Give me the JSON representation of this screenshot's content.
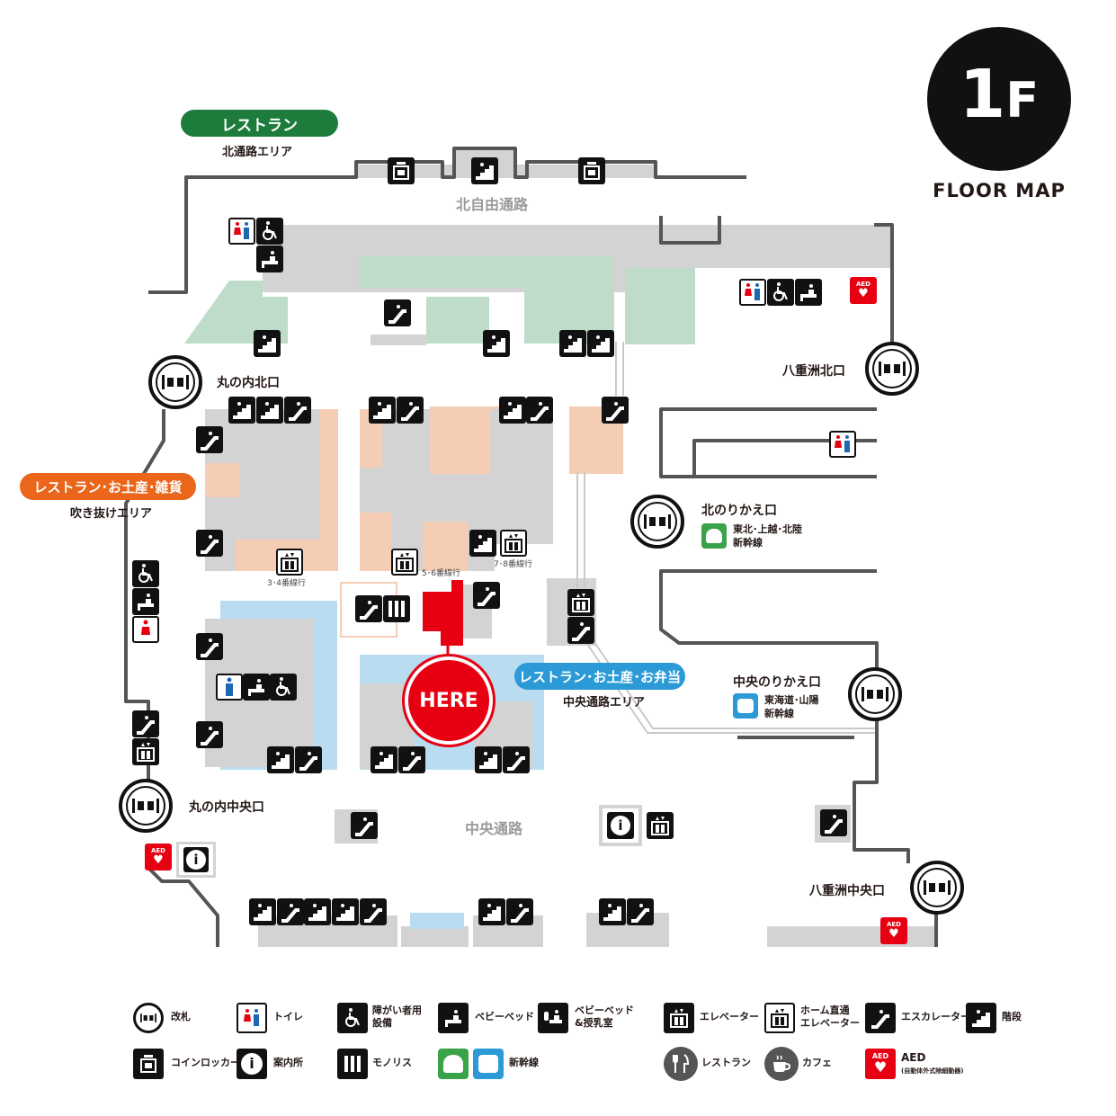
{
  "floor": {
    "number": "1",
    "suffix": "F",
    "caption": "FLOOR MAP"
  },
  "areas": {
    "north_free_passage": "北自由通路",
    "central_passage": "中央通路"
  },
  "banners": {
    "north": {
      "title": "レストラン",
      "subtitle": "北通路エリア",
      "color": "#1d7c3c"
    },
    "west": {
      "title": "レストラン･お土産･雑貨",
      "subtitle": "吹き抜けエリア",
      "color": "#e9661a"
    },
    "central": {
      "title": "レストラン･お土産･お弁当",
      "subtitle": "中央通路エリア",
      "color": "#2b9ad6"
    }
  },
  "gates": {
    "marunouchi_north": "丸の内北口",
    "yaesu_north": "八重洲北口",
    "north_transfer": "北のりかえ口",
    "north_transfer_lines": [
      "東北･上越･北陸",
      "新幹線"
    ],
    "central_transfer": "中央のりかえ口",
    "central_transfer_lines": [
      "東海道･山陽",
      "新幹線"
    ],
    "marunouchi_central": "丸の内中央口",
    "yaesu_central": "八重洲中央口"
  },
  "platforms": {
    "p34": "3･4番線行",
    "p56": "5･6番線行",
    "p78": "7･8番線行"
  },
  "here": "HERE",
  "aed_text": "AED",
  "legend": {
    "gate": "改札",
    "toilet": "トイレ",
    "accessible": [
      "障がい者用",
      "設備"
    ],
    "baby_bed": "ベビーベッド",
    "nursing": [
      "ベビーベッド",
      "&授乳室"
    ],
    "elevator": "エレベーター",
    "platform_elevator": [
      "ホーム直通",
      "エレベーター"
    ],
    "escalator": "エスカレーター",
    "stairs": "階段",
    "coin_locker": "コインロッカー",
    "info": "案内所",
    "monolith": "モノリス",
    "shinkansen": "新幹線",
    "restaurant": "レストラン",
    "cafe": "カフェ",
    "aed": "AED",
    "aed_note": "(自動体外式除細動器)"
  },
  "colors": {
    "corridor": "#d3d3d3",
    "green_zone": "#bfdcca",
    "peach_zone": "#f5cdb5",
    "blue_zone": "#b9dcf0",
    "here_red": "#e60012",
    "shinkansen_green": "#3aa34a",
    "shinkansen_blue": "#2b9ad6"
  }
}
